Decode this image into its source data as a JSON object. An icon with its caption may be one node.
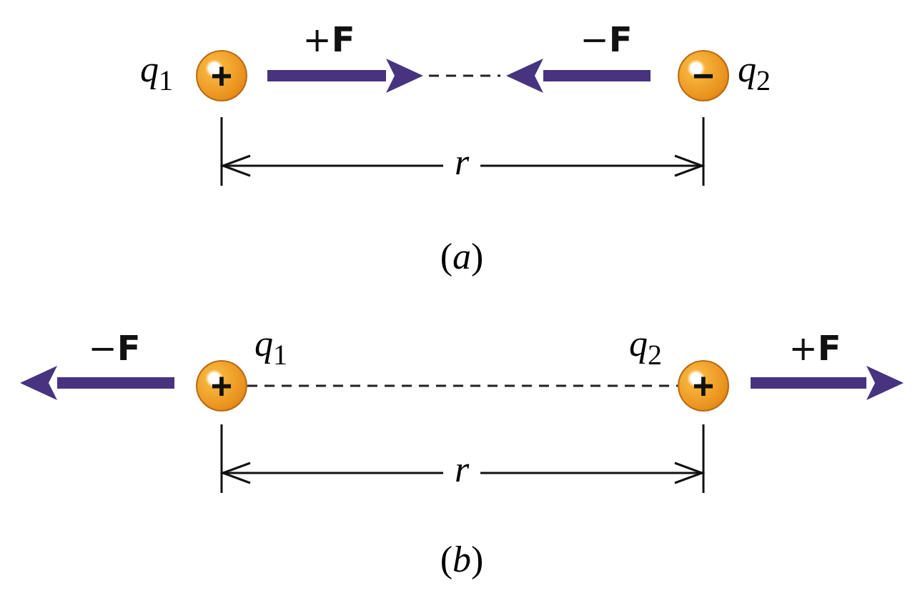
{
  "diagram": {
    "nodes": [
      {
        "text": [
          "+"
        ],
        "beside": [
          "*q*$_{1}$"
        ]
      },
      {
        "text": [
          "−"
        ],
        "beside": [
          "*q*$_{2}$"
        ]
      },
      {
        "text": [
          "+"
        ],
        "beside": [
          "*q*$_{1}$"
        ]
      },
      {
        "text": [
          "+"
        ],
        "beside": [
          "*q*$_{2}$"
        ]
      }
    ],
    "edges": [
      {
        "from": 2,
        "to": 3,
        "arrow": "none",
        "style": "dashed"
      }
    ],
    "labels": [
      "+**F**",
      "−**F**",
      "r",
      "(*a*)",
      "−**F**",
      "+**F**",
      "r",
      "(*b*)"
    ]
  }
}
